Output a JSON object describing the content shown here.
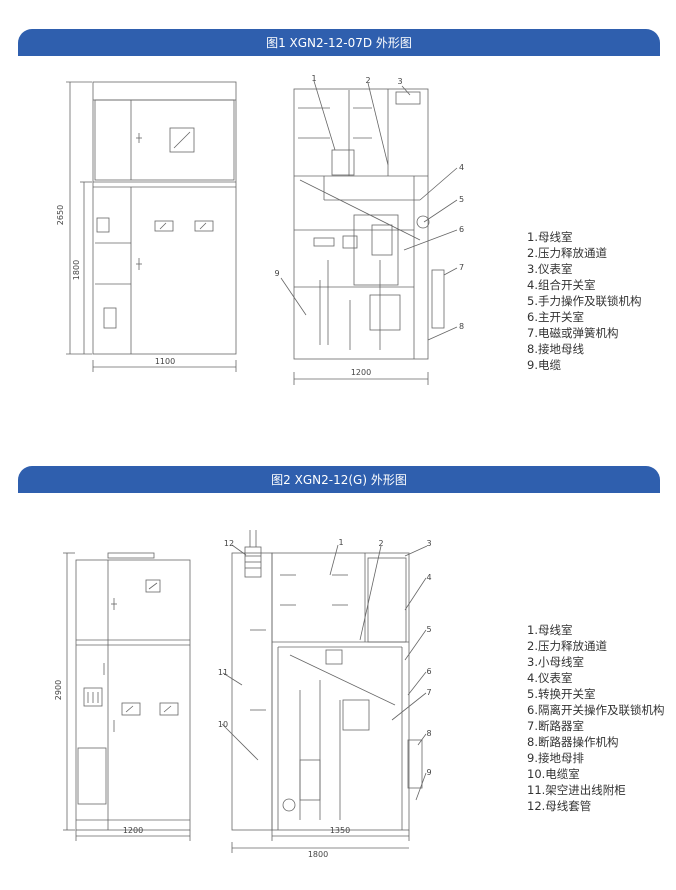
{
  "figure1": {
    "title": "图1  XGN2-12-07D 外形图",
    "front_view": {
      "dim_total_height": "2650",
      "dim_lower_height": "1800",
      "dim_width": "1100"
    },
    "side_view": {
      "dim_width": "1200",
      "callouts": [
        "1",
        "2",
        "3",
        "4",
        "5",
        "6",
        "7",
        "8",
        "9"
      ]
    },
    "legend": [
      "1.母线室",
      "2.压力释放通道",
      "3.仪表室",
      "4.组合开关室",
      "5.手力操作及联锁机构",
      "6.主开关室",
      "7.电磁或弹簧机构",
      "8.接地母线",
      "9.电缆"
    ]
  },
  "figure2": {
    "title": "图2  XGN2-12(G) 外形图",
    "front_view": {
      "dim_total_height": "2900",
      "dim_width": "1200"
    },
    "side_view": {
      "dim_inner_width": "1350",
      "dim_total_width": "1800",
      "callouts": [
        "1",
        "2",
        "3",
        "4",
        "5",
        "6",
        "7",
        "8",
        "9",
        "10",
        "11",
        "12"
      ]
    },
    "legend": [
      "1.母线室",
      "2.压力释放通道",
      "3.小母线室",
      "4.仪表室",
      "5.转换开关室",
      "6.隔离开关操作及联锁机构",
      "7.断路器室",
      "8.断路器操作机构",
      "9.接地母排",
      "10.电缆室",
      "11.架空进出线附柜",
      "12.母线套管"
    ]
  },
  "colors": {
    "banner": "#2f5fae",
    "line": "#666666"
  }
}
